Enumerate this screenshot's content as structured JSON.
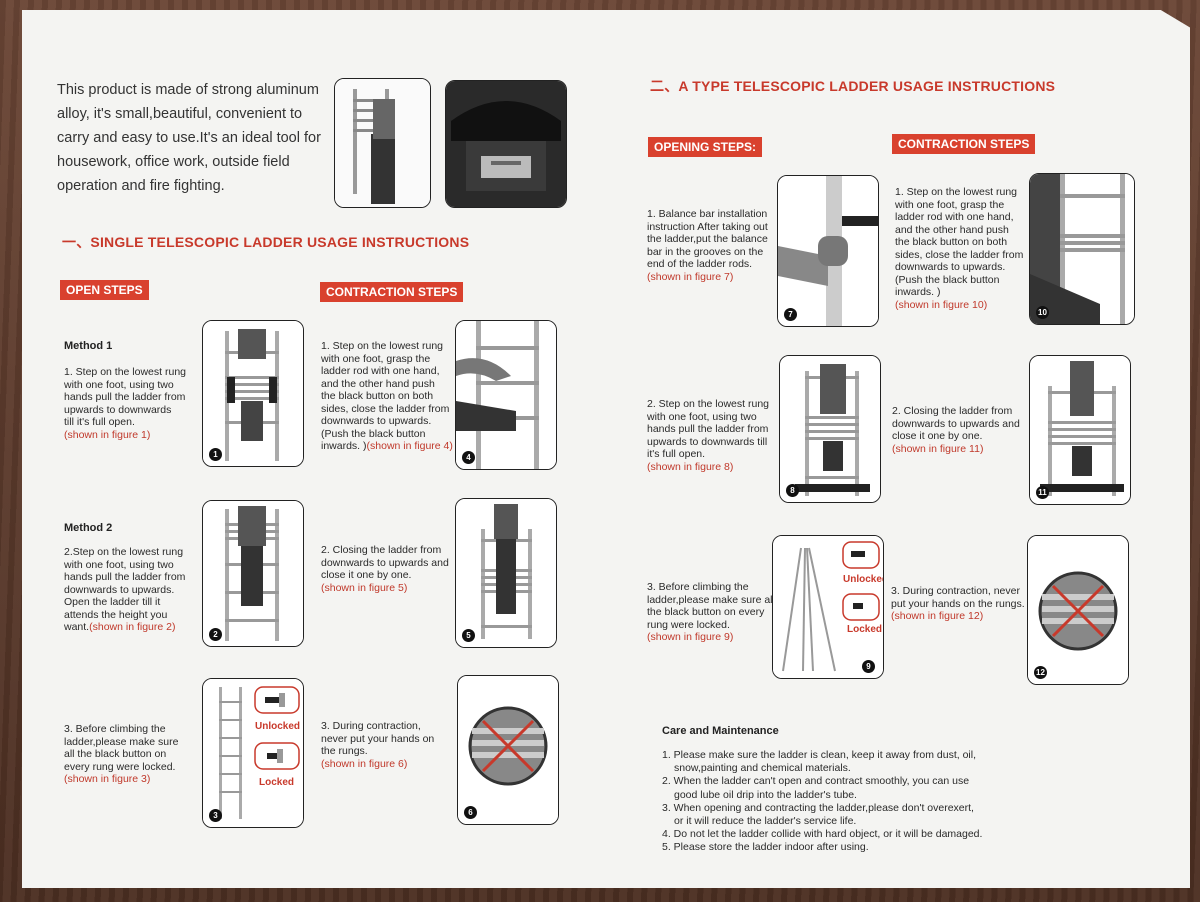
{
  "intro": [
    "This product is made of strong aluminum",
    "alloy, it's small,beautiful, convenient to",
    "carry and easy to use.It's an ideal tool for",
    "housework, office work, outside field",
    "operation and fire fighting."
  ],
  "single": {
    "heading": "一、SINGLE TELESCOPIC LADDER USAGE INSTRUCTIONS",
    "open_badge": "OPEN STEPS",
    "contract_badge": "CONTRACTION STEPS",
    "method1_title": "Method 1",
    "method1_text": [
      "1. Step on the lowest rung",
      "with one foot, using two",
      "hands pull the ladder from",
      "upwards to downwards",
      "till it's full open."
    ],
    "method1_ref": "(shown in figure 1)",
    "method2_title": "Method 2",
    "method2_text": [
      "2.Step on the lowest rung",
      "with one foot, using two",
      "hands pull the ladder from",
      "downwards to upwards.",
      "Open the ladder till it",
      "attends the height you"
    ],
    "method2_last": "want.",
    "method2_ref": "(shown in figure 2)",
    "step3_text": [
      "3. Before climbing the",
      "ladder,please make sure",
      "all the black button on",
      "every rung were locked."
    ],
    "step3_ref": "(shown in figure 3)",
    "c1_text": [
      "1. Step on the lowest rung",
      "with one foot, grasp the",
      "ladder rod with one hand,",
      "and the other hand push",
      "the black button on both",
      "sides, close the ladder from",
      "downwards to upwards.",
      "(Push the black button"
    ],
    "c1_last": "inwards. )",
    "c1_ref": "(shown in figure 4)",
    "c2_text": [
      "2. Closing the ladder from",
      "downwards to upwards and",
      "close it one by one."
    ],
    "c2_ref": "(shown in figure 5)",
    "c3_text": [
      "3. During contraction,",
      "never put your hands on",
      "the rungs."
    ],
    "c3_ref": "(shown in figure 6)",
    "unlocked": "Unlocked",
    "locked": "Locked"
  },
  "atype": {
    "heading": "二、A TYPE TELESCOPIC LADDER USAGE INSTRUCTIONS",
    "open_badge": "OPENING STEPS:",
    "contract_badge": "CONTRACTION STEPS",
    "o1_text": [
      "1. Balance bar installation",
      "instruction After taking out",
      "the ladder,put the balance",
      "bar in the grooves on the",
      "end of the ladder rods."
    ],
    "o1_ref": "(shown in figure 7)",
    "o2_text": [
      "2. Step on the lowest rung",
      "with one foot, using two",
      "hands pull the ladder from",
      "upwards to downwards till",
      "it's full open."
    ],
    "o2_ref": "(shown in figure 8)",
    "o3_text": [
      "3. Before climbing the",
      "ladder,please make sure all",
      "the black button on every",
      "rung were locked."
    ],
    "o3_ref": "(shown in figure 9)",
    "c1_text": [
      "1. Step on the lowest rung",
      "with one foot, grasp the",
      "ladder rod with one hand,",
      "and the other hand push",
      "the black button on both",
      "sides, close the ladder from",
      "downwards to upwards.",
      "(Push the black button",
      "inwards. )"
    ],
    "c1_ref": "(shown in figure 10)",
    "c2_text": [
      "2. Closing the ladder from",
      "downwards to upwards and",
      "close it one by one."
    ],
    "c2_ref": "(shown in figure 11)",
    "c3_text": [
      "3. During contraction, never",
      "put your hands on the rungs."
    ],
    "c3_ref": "(shown in figure 12)",
    "unlocked": "Unlocked",
    "locked": "Locked"
  },
  "care": {
    "title": "Care and Maintenance",
    "items": [
      "1. Please make sure the ladder is clean, keep it away from dust, oil,",
      "    snow,painting and chemical materials.",
      "2. When the ladder can't open and contract smoothly, you can use",
      "    good lube oil drip into the ladder's tube.",
      "3. When opening and contracting the ladder,please don't overexert,",
      "    or it will reduce the ladder's service life.",
      "4. Do not let the ladder collide with hard object, or it will be damaged.",
      "5. Please store the ladder indoor after using."
    ]
  },
  "figures": {
    "f1": "1",
    "f2": "2",
    "f3": "3",
    "f4": "4",
    "f5": "5",
    "f6": "6",
    "f7": "7",
    "f8": "8",
    "f9": "9",
    "f10": "10",
    "f11": "11",
    "f12": "12"
  },
  "colors": {
    "accent": "#d9412e",
    "text": "#2a2a2a",
    "paper": "#f4f4f2"
  }
}
